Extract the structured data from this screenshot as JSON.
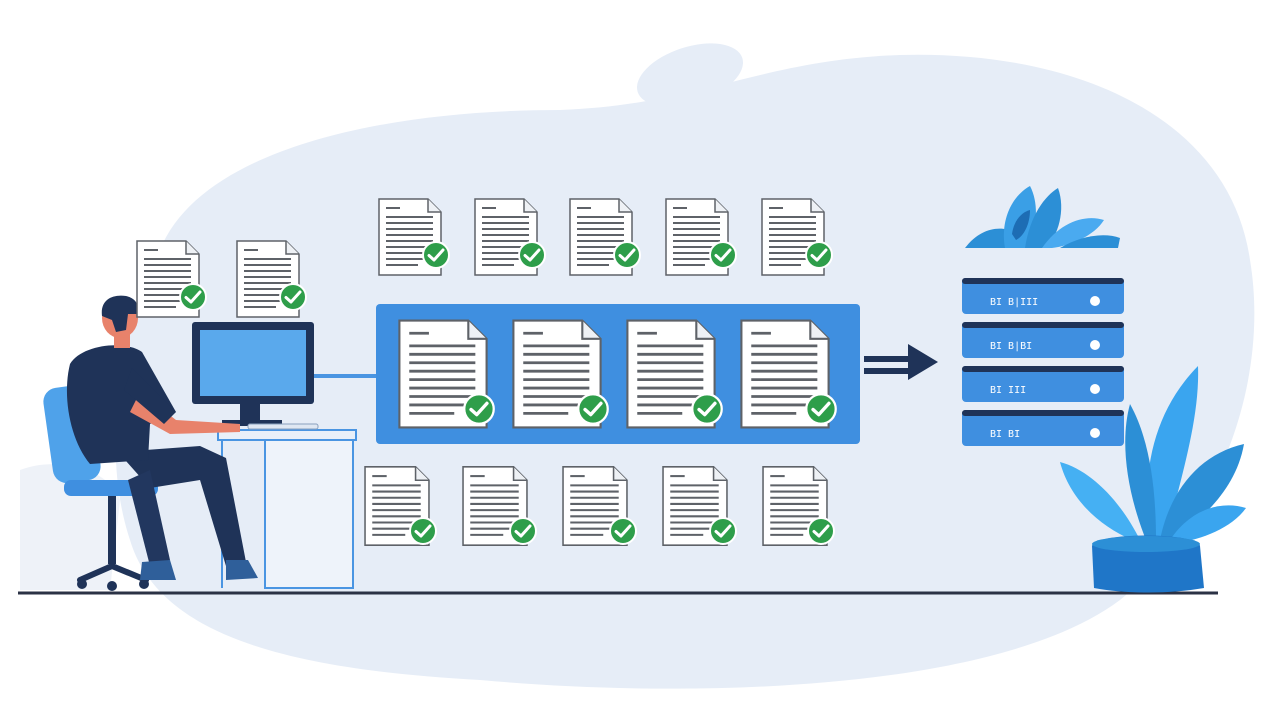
{
  "illustration": {
    "colors": {
      "background": "#ffffff",
      "blob": "#e6edf7",
      "primary_blue": "#3f8fe0",
      "light_blue": "#5aa9ec",
      "navy": "#1f3358",
      "check_green": "#2e9e4a",
      "paper": "#ffffff",
      "paper_line": "#6b6f75",
      "plant": "#2c8fd6"
    },
    "server_labels": [
      "BI B|III",
      "BI B|BI",
      "BI III",
      "BI BI"
    ],
    "icons": [
      "document-icon",
      "check-badge-icon",
      "arrow-right-icon",
      "server-rack-icon",
      "plant-icon",
      "monitor-icon",
      "office-chair-icon",
      "person-icon"
    ]
  }
}
